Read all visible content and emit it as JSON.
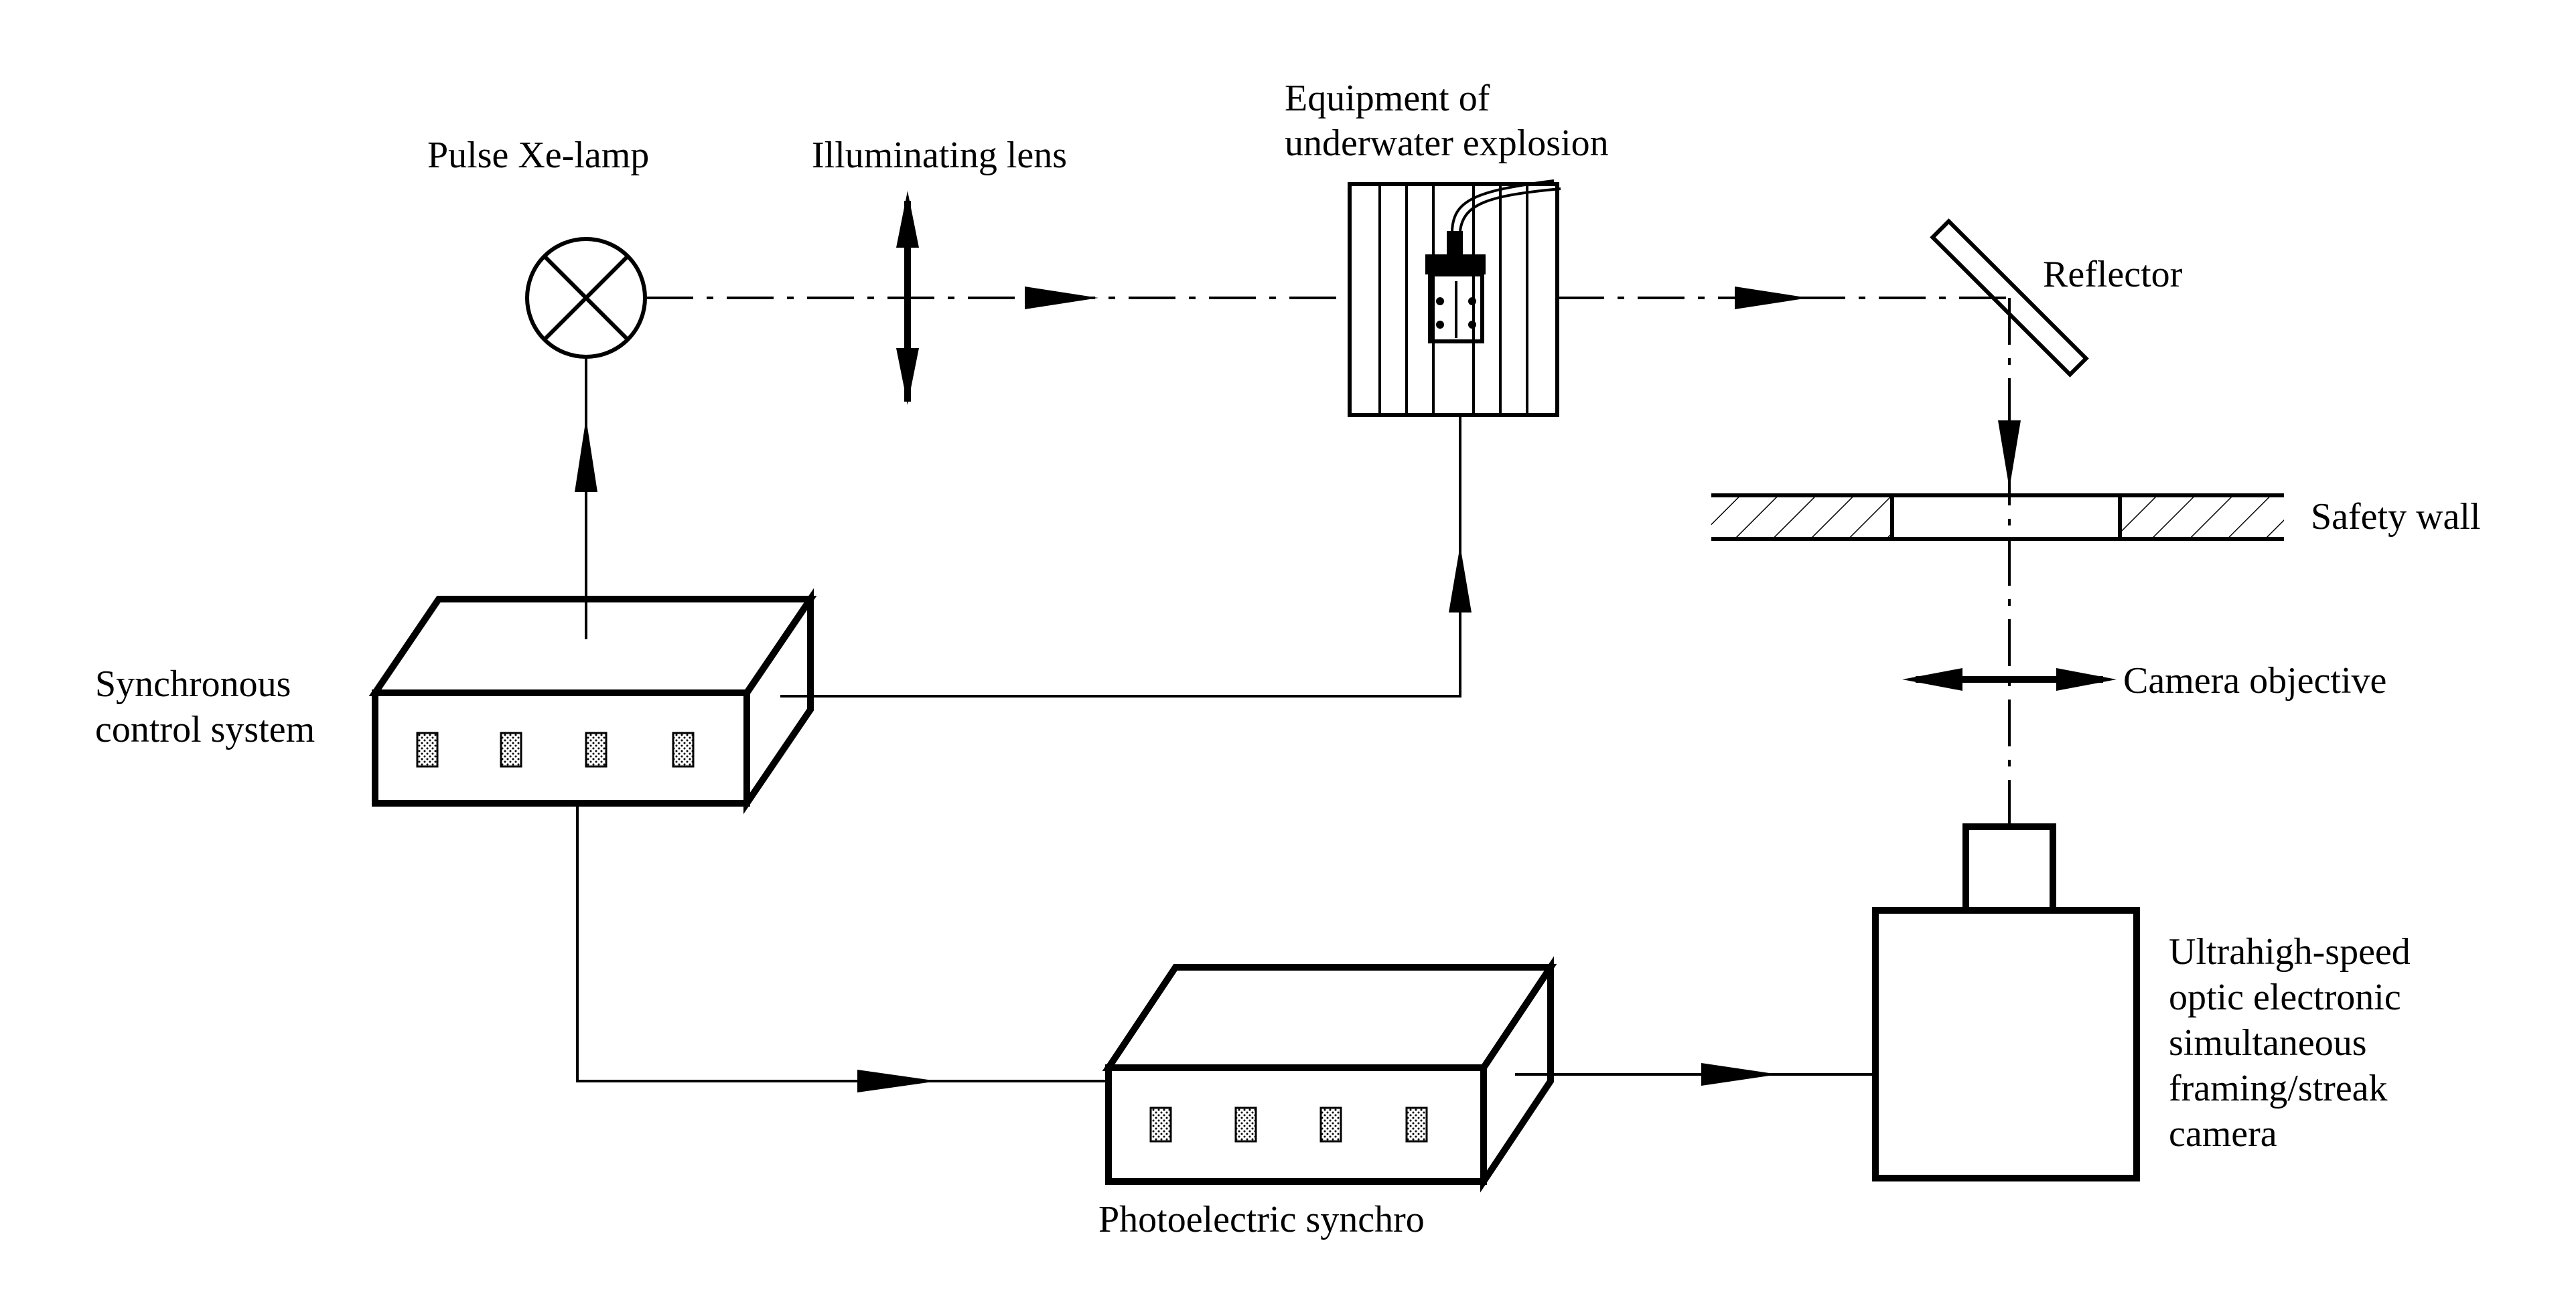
{
  "labels": {
    "pulse_lamp": "Pulse Xe-lamp",
    "illuminating_lens": "Illuminating lens",
    "equipment_line1": "Equipment of",
    "equipment_line2": "underwater explosion",
    "reflector": "Reflector",
    "safety_wall": "Safety wall",
    "camera_objective": "Camera objective",
    "sync_line1": "Synchronous",
    "sync_line2": "control system",
    "photo_synchro": "Photoelectric synchro",
    "camera_line1": "Ultrahigh-speed",
    "camera_line2": "optic electronic",
    "camera_line3": "simultaneous",
    "camera_line4": "framing/streak",
    "camera_line5": "camera"
  }
}
